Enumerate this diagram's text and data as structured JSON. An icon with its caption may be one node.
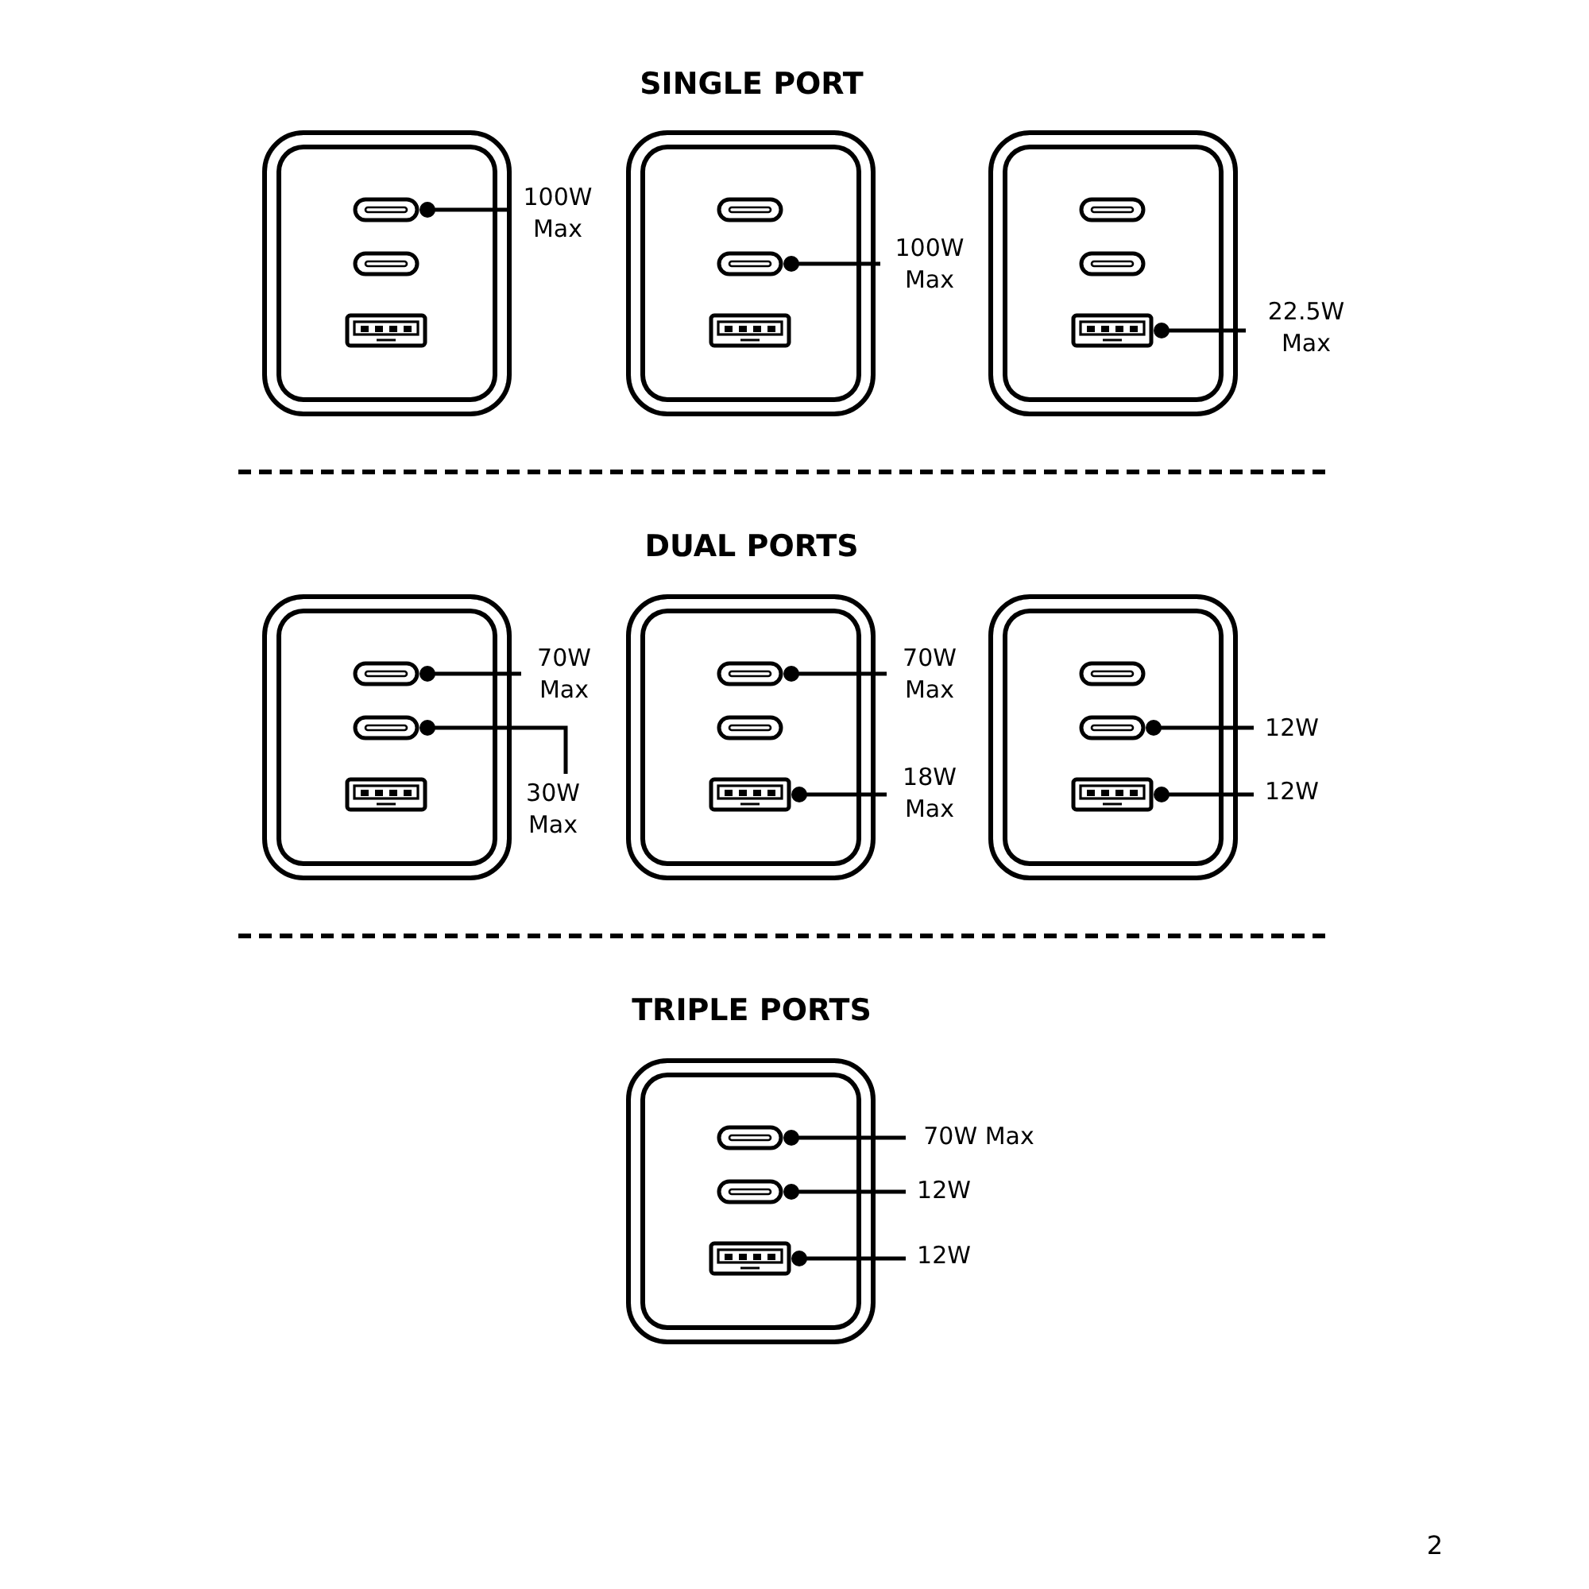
{
  "diagram": {
    "nodes": [
      {
        "text": [],
        "shape": "box"
      },
      {
        "text": [],
        "shape": "picture",
        "in": 0
      },
      {
        "text": [],
        "shape": "picture",
        "in": 0
      },
      {
        "text": [],
        "shape": "picture",
        "in": 0
      },
      {
        "text": [
          "100W Max"
        ]
      },
      {
        "text": [],
        "shape": "box"
      },
      {
        "text": [],
        "shape": "picture",
        "in": 5
      },
      {
        "text": [],
        "shape": "picture",
        "in": 5
      },
      {
        "text": [],
        "shape": "picture",
        "in": 5
      },
      {
        "text": [
          "100W Max"
        ]
      },
      {
        "text": [],
        "shape": "box"
      },
      {
        "text": [],
        "shape": "picture",
        "in": 10
      },
      {
        "text": [],
        "shape": "picture",
        "in": 10
      },
      {
        "text": [],
        "shape": "picture",
        "in": 10
      },
      {
        "text": [
          "22.5W Max"
        ]
      },
      {
        "text": [],
        "shape": "box"
      },
      {
        "text": [],
        "shape": "picture",
        "in": 15
      },
      {
        "text": [],
        "shape": "picture",
        "in": 15
      },
      {
        "text": [],
        "shape": "picture",
        "in": 15
      },
      {
        "text": [
          "70W Max"
        ]
      },
      {
        "text": [
          "30W Max"
        ]
      },
      {
        "text": [],
        "shape": "box"
      },
      {
        "text": [],
        "shape": "picture",
        "in": 21
      },
      {
        "text": [],
        "shape": "picture",
        "in": 21
      },
      {
        "text": [],
        "shape": "picture",
        "in": 21
      },
      {
        "text": [
          "70W Max"
        ]
      },
      {
        "text": [
          "18W Max"
        ]
      },
      {
        "text": [],
        "shape": "box"
      },
      {
        "text": [],
        "shape": "picture",
        "in": 27
      },
      {
        "text": [],
        "shape": "picture",
        "in": 27
      },
      {
        "text": [],
        "shape": "picture",
        "in": 27
      },
      {
        "text": [
          "12W"
        ]
      },
      {
        "text": [
          "12W"
        ]
      },
      {
        "text": [],
        "shape": "box"
      },
      {
        "text": [],
        "shape": "picture",
        "in": 33
      },
      {
        "text": [],
        "shape": "picture",
        "in": 33
      },
      {
        "text": [],
        "shape": "picture",
        "in": 33
      },
      {
        "text": [
          "70W Max"
        ]
      },
      {
        "text": [
          "12W"
        ]
      },
      {
        "text": [
          "12W"
        ]
      }
    ],
    "edges": [
      {
        "from": 4,
        "to": 1,
        "arrow": "other"
      },
      {
        "from": 9,
        "to": 7,
        "arrow": "other"
      },
      {
        "from": 14,
        "to": 13,
        "arrow": "other"
      },
      {
        "from": 19,
        "to": 16,
        "arrow": "other"
      },
      {
        "from": 20,
        "to": 17,
        "arrow": "other"
      },
      {
        "from": 25,
        "to": 22,
        "arrow": "other"
      },
      {
        "from": 26,
        "to": 24,
        "arrow": "other"
      },
      {
        "from": 31,
        "to": 29,
        "arrow": "other"
      },
      {
        "from": 32,
        "to": 30,
        "arrow": "other"
      },
      {
        "from": 37,
        "to": 34,
        "arrow": "other"
      },
      {
        "from": 38,
        "to": 35,
        "arrow": "other"
      },
      {
        "from": 39,
        "to": 36,
        "arrow": "other"
      }
    ],
    "labels": [
      "SINGLE PORT",
      "DUAL PORTS",
      "TRIPLE PORTS",
      "2"
    ]
  }
}
